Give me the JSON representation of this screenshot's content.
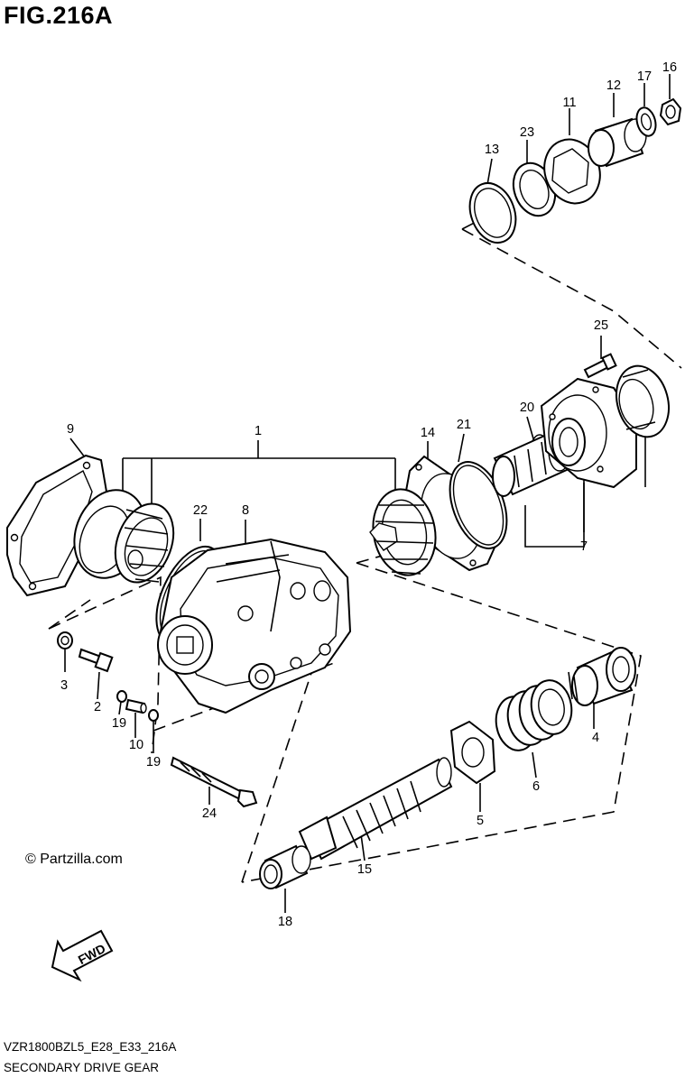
{
  "figure": {
    "title": "FIG.216A",
    "watermark": "© Partzilla.com",
    "code": "VZR1800BZL5_E28_E33_216A",
    "name": "SECONDARY DRIVE GEAR"
  },
  "callouts": {
    "c1": "1",
    "c2": "2",
    "c3": "3",
    "c4": "4",
    "c5": "5",
    "c6": "6",
    "c7": "7",
    "c8": "8",
    "c9": "9",
    "c10": "10",
    "c11": "11",
    "c12": "12",
    "c13": "13",
    "c14": "14",
    "c15": "15",
    "c16": "16",
    "c17": "17",
    "c18": "18",
    "c19a": "19",
    "c19b": "19",
    "c20": "20",
    "c21": "21",
    "c22": "22",
    "c23": "23",
    "c24": "24",
    "c25": "25"
  },
  "fwd_arrow": {
    "label": "FWD"
  }
}
